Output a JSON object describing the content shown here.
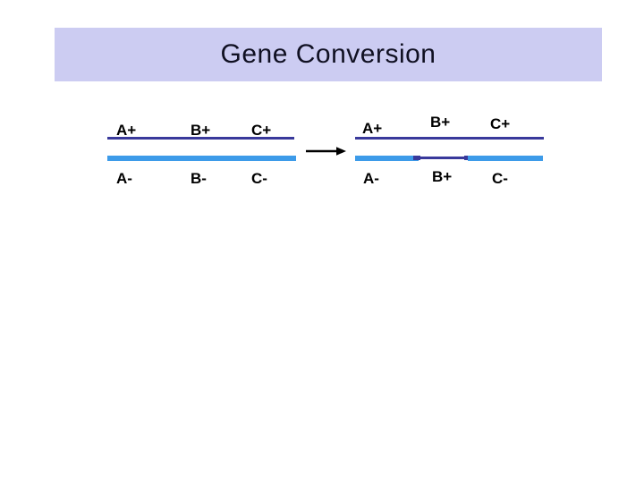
{
  "slide": {
    "title": "Gene Conversion"
  },
  "colors": {
    "banner_bg": "#CCCCF2",
    "title_text": "#101022",
    "strand_top_navy": "#39399B",
    "strand_bottom_blue": "#3D9BE9",
    "label_text": "#000000",
    "arrow": "#000000"
  },
  "left_diagram": {
    "top_labels": [
      "A+",
      "B+",
      "C+"
    ],
    "bottom_labels": [
      "A-",
      "B-",
      "C-"
    ]
  },
  "right_diagram": {
    "top_labels": [
      "A+",
      "B+",
      "C+"
    ],
    "bottom_labels": [
      "A-",
      "B+",
      "C-"
    ]
  },
  "arrow": {
    "icon": "right-arrow"
  }
}
